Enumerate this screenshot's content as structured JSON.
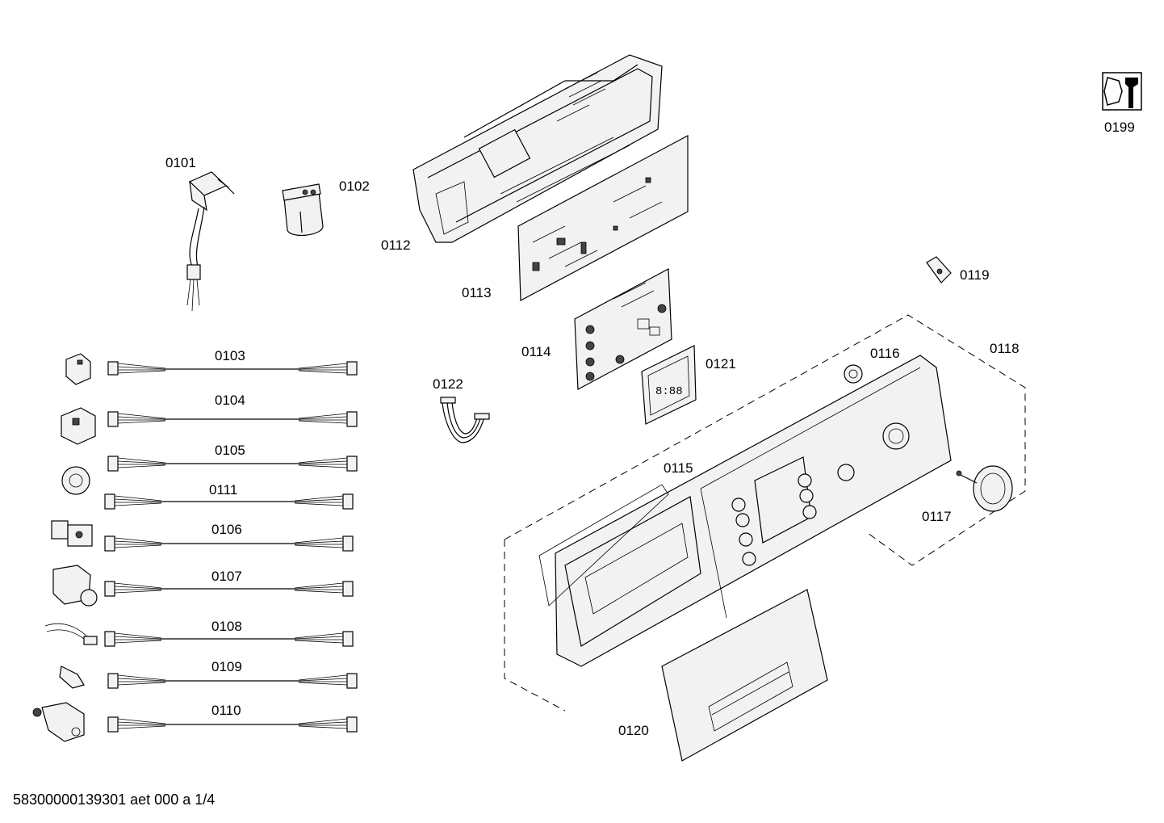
{
  "parts": [
    {
      "id": "0101"
    },
    {
      "id": "0102"
    },
    {
      "id": "0103"
    },
    {
      "id": "0104"
    },
    {
      "id": "0105"
    },
    {
      "id": "0106"
    },
    {
      "id": "0107"
    },
    {
      "id": "0108"
    },
    {
      "id": "0109"
    },
    {
      "id": "0110"
    },
    {
      "id": "0111"
    },
    {
      "id": "0112"
    },
    {
      "id": "0113"
    },
    {
      "id": "0114"
    },
    {
      "id": "0115"
    },
    {
      "id": "0116"
    },
    {
      "id": "0117"
    },
    {
      "id": "0118"
    },
    {
      "id": "0119"
    },
    {
      "id": "0120"
    },
    {
      "id": "0121"
    },
    {
      "id": "0122"
    },
    {
      "id": "0199"
    }
  ],
  "lcd_text": "8:88",
  "footer": "58300000139301 aet 000 a 1/4"
}
